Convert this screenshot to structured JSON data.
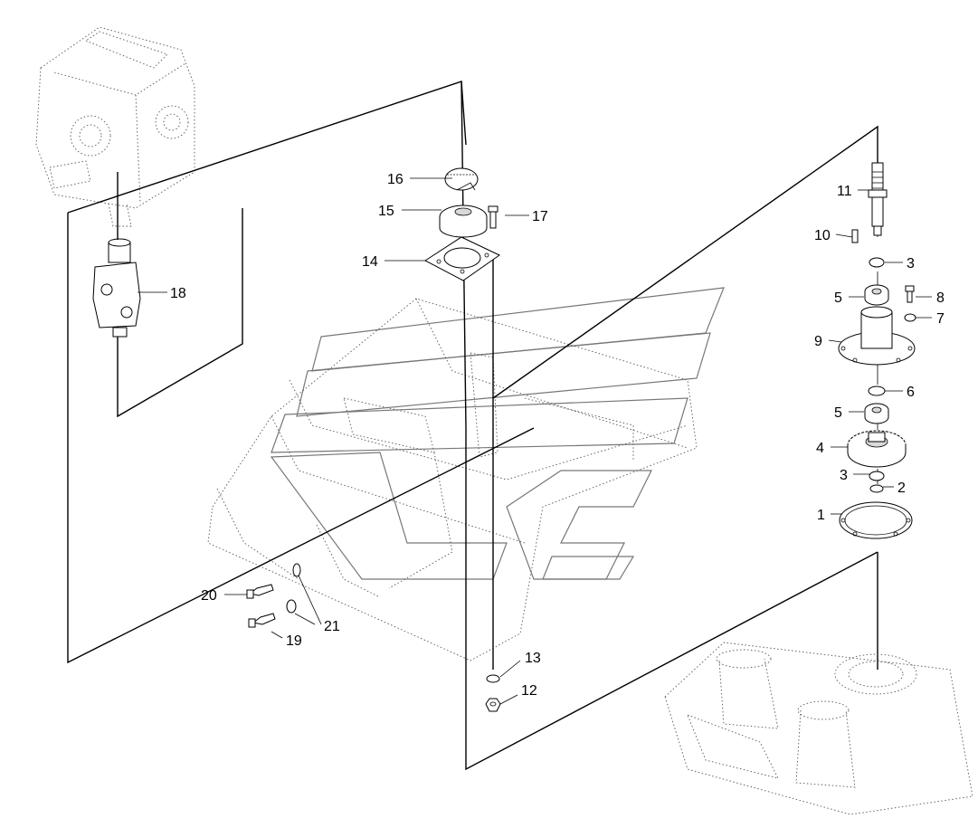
{
  "callouts": {
    "c1": "1",
    "c2": "2",
    "c3a": "3",
    "c3b": "3",
    "c4": "4",
    "c5a": "5",
    "c5b": "5",
    "c6": "6",
    "c7": "7",
    "c8": "8",
    "c9": "9",
    "c10": "10",
    "c11": "11",
    "c12": "12",
    "c13": "13",
    "c14": "14",
    "c15": "15",
    "c16": "16",
    "c17": "17",
    "c18": "18",
    "c19": "19",
    "c20": "20",
    "c21": "21"
  },
  "icons": {
    "gearbox": "gearbox-icon",
    "universal_joint": "universal-joint-icon",
    "hose_clamp": "hose-clamp-icon",
    "drive_shaft": "splined-shaft-icon",
    "drive_gear": "gear-icon",
    "frame": "frame-icon",
    "mower_housing": "mower-housing-icon",
    "watermark": "logo-watermark-icon"
  },
  "colors": {
    "line": "#000000",
    "background": "#ffffff",
    "watermark": "#777777"
  }
}
